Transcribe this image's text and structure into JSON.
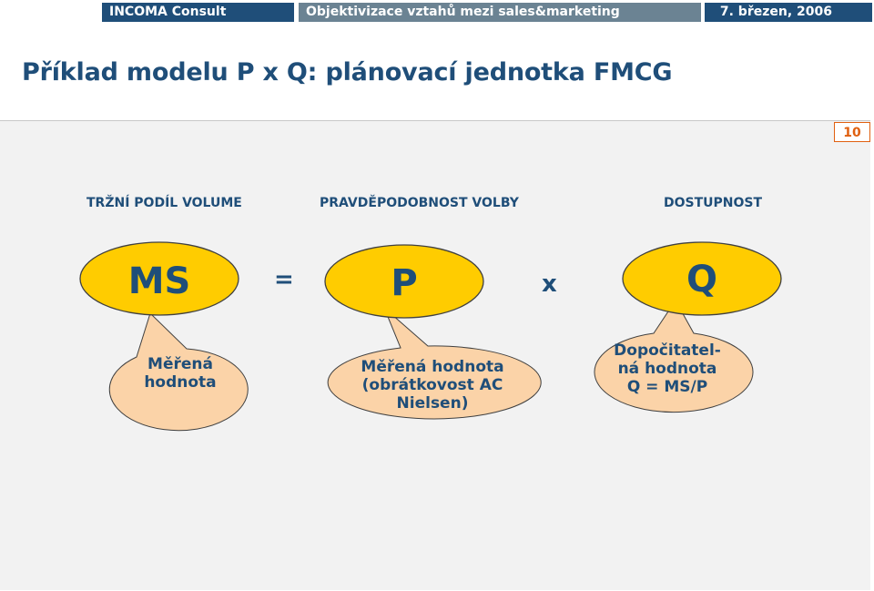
{
  "header": {
    "company": "INCOMA Consult",
    "topic": "Objektivizace vztahů mezi sales&marketing",
    "date": "7. březen, 2006"
  },
  "slide": {
    "title": "Příklad modelu P x Q: plánovací jednotka FMCG",
    "page_number": "10"
  },
  "labels": {
    "market_share": "TRŽNÍ PODÍL VOLUME",
    "probability": "PRAVDĚPODOBNOST VOLBY",
    "availability": "DOSTUPNOST"
  },
  "formula": {
    "ms": "MS",
    "equals": "=",
    "p": "P",
    "times": "x",
    "q": "Q"
  },
  "callouts": {
    "ms_line1": "Měřená",
    "ms_line2": "hodnota",
    "p_line1": "Měřená hodnota",
    "p_line2": "(obrátkovost AC",
    "p_line3": "Nielsen)",
    "q_line1": "Dopočitatel-",
    "q_line2": "ná hodnota",
    "q_line3": "Q = MS/P"
  },
  "colors": {
    "navy": "#1f4e79",
    "slate": "#6b8393",
    "ellipse_fill": "#ffcc00",
    "callout_fill": "#fbd3a8",
    "accent_orange": "#e06010"
  }
}
